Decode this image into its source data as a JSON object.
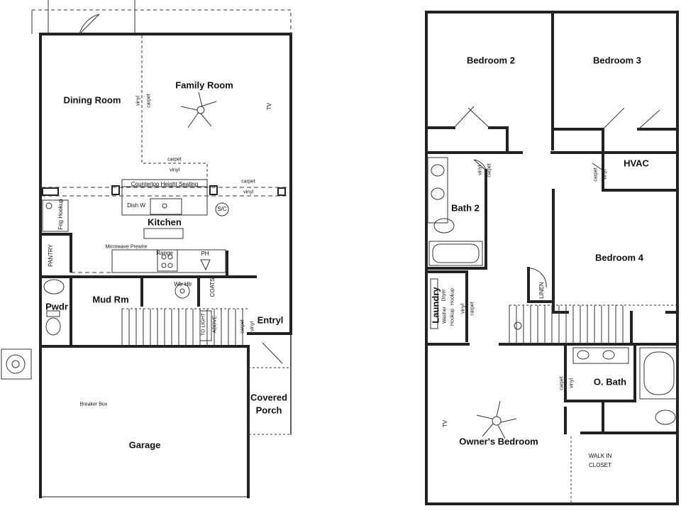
{
  "first_floor": {
    "rooms": {
      "dining_room": "Dining Room",
      "family_room": "Family Room",
      "kitchen": "Kitchen",
      "mud_room": "Mud Rm",
      "powder": "Pwdr",
      "entry": "Entryl",
      "covered_porch_line1": "Covered",
      "covered_porch_line2": "Porch",
      "garage": "Garage"
    },
    "labels": {
      "countertop": "Countertop Height Seating",
      "dish_washer": "Dish W",
      "microwave": "Microwave Prewire",
      "range": "Range",
      "pantry_ph": "PH",
      "pantry": "PANTRY",
      "fridge": "Frig Hookup",
      "water_heater": "Wtr Htr",
      "coats": "COATS",
      "to_light": "TO LIGHT",
      "above": "ABOVE",
      "breaker": "Breaker Box",
      "sc": "S/C",
      "tv": "TV",
      "carpet": "carpet",
      "vinyl": "vinyl"
    }
  },
  "second_floor": {
    "rooms": {
      "bedroom2": "Bedroom 2",
      "bedroom3": "Bedroom 3",
      "hvac": "HVAC",
      "bath2": "Bath 2",
      "bedroom4": "Bedroom 4",
      "laundry": "Laundry",
      "obath": "O. Bath",
      "owners": "Owner's Bedroom",
      "walkin_line1": "WALK IN",
      "walkin_line2": "CLOSET"
    },
    "labels": {
      "linen": "LINEN",
      "washer": "Washer",
      "dryer": "Dryer",
      "hookup": "Hookup",
      "tv": "TV",
      "carpet": "carpet",
      "vinyl": "vinyl"
    }
  }
}
